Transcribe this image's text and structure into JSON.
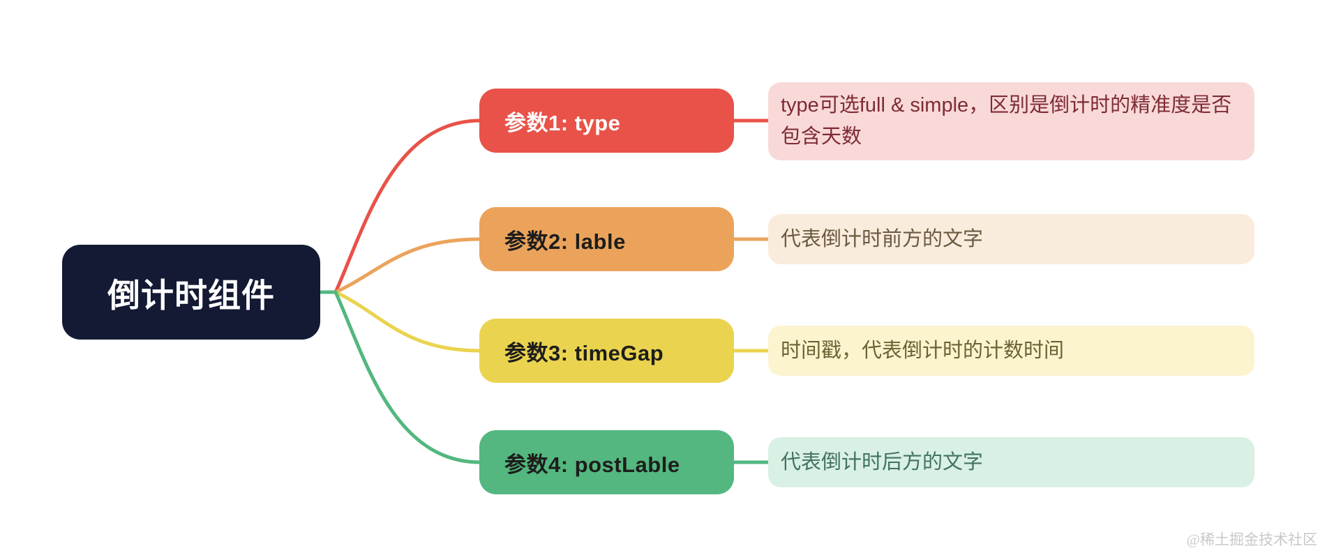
{
  "canvas": {
    "background": "#ffffff"
  },
  "root": {
    "label": "倒计时组件",
    "bg": "#141a33",
    "text_color": "#ffffff"
  },
  "branches": [
    {
      "label": "参数1: type",
      "desc": "type可选full & simple，区别是倒计时的精准度是否包含天数",
      "node_bg": "#e85248",
      "node_text": "#ffffff",
      "desc_bg": "#f8d9d8",
      "desc_text": "#7e2b33",
      "line_color": "#e85248"
    },
    {
      "label": "参数2: lable",
      "desc": "代表倒计时前方的文字",
      "node_bg": "#eba35c",
      "node_text": "#1d1d1b",
      "desc_bg": "#faecdc",
      "desc_text": "#6b5940",
      "line_color": "#eba35c"
    },
    {
      "label": "参数3: timeGap",
      "desc": "时间戳，代表倒计时的计数时间",
      "node_bg": "#ead34f",
      "node_text": "#1d1d1b",
      "desc_bg": "#fbf4cf",
      "desc_text": "#6c6233",
      "line_color": "#ead34f"
    },
    {
      "label": "参数4: postLable",
      "desc": "代表倒计时后方的文字",
      "node_bg": "#53b77f",
      "node_text": "#1d1d1b",
      "desc_bg": "#d9f0e4",
      "desc_text": "#41735f",
      "line_color": "#53b77f"
    }
  ],
  "watermark": "@稀土掘金技术社区"
}
